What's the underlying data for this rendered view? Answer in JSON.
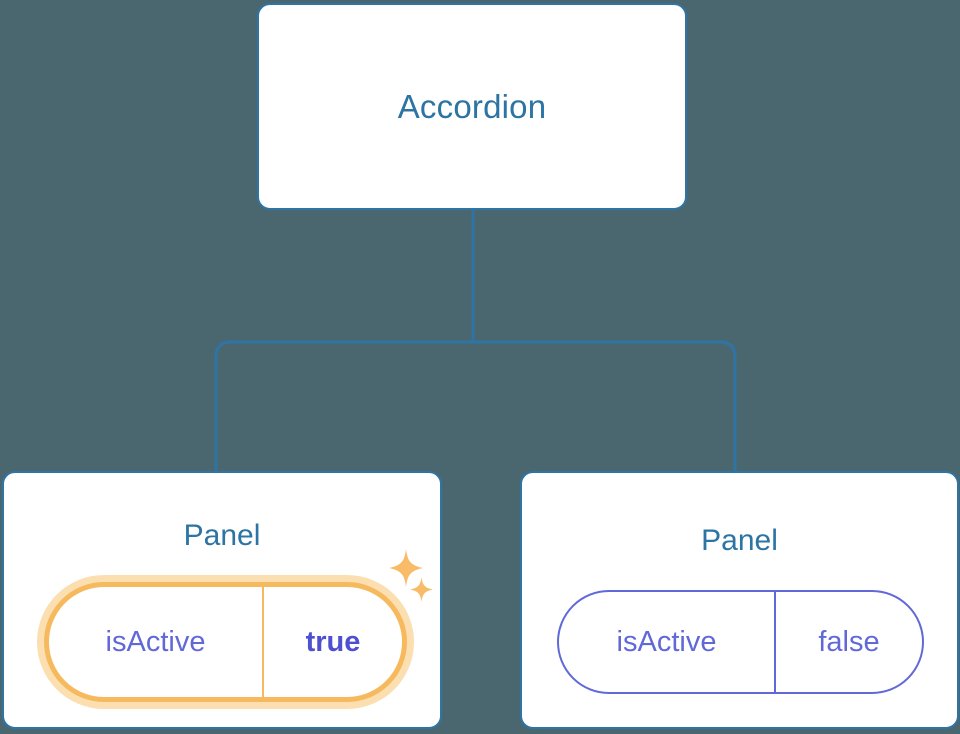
{
  "diagram": {
    "type": "component-tree",
    "background_color": "#4a6770",
    "connector_color": "#2e74a5",
    "node_border_color": "#2e74a5",
    "node_text_color": "#2c74a3",
    "prop_text_color": "#6169d8",
    "highlight_color": "#f7b95e",
    "highlight_glow_color": "#fbdfb0",
    "highlight_value_color": "#4f50cf"
  },
  "root": {
    "title": "Accordion"
  },
  "panels": [
    {
      "title": "Panel",
      "prop": {
        "key": "isActive",
        "value": "true"
      },
      "highlighted": "true",
      "sparkles": [
        "sparkle-large",
        "sparkle-small"
      ]
    },
    {
      "title": "Panel",
      "prop": {
        "key": "isActive",
        "value": "false"
      },
      "highlighted": "false"
    }
  ]
}
